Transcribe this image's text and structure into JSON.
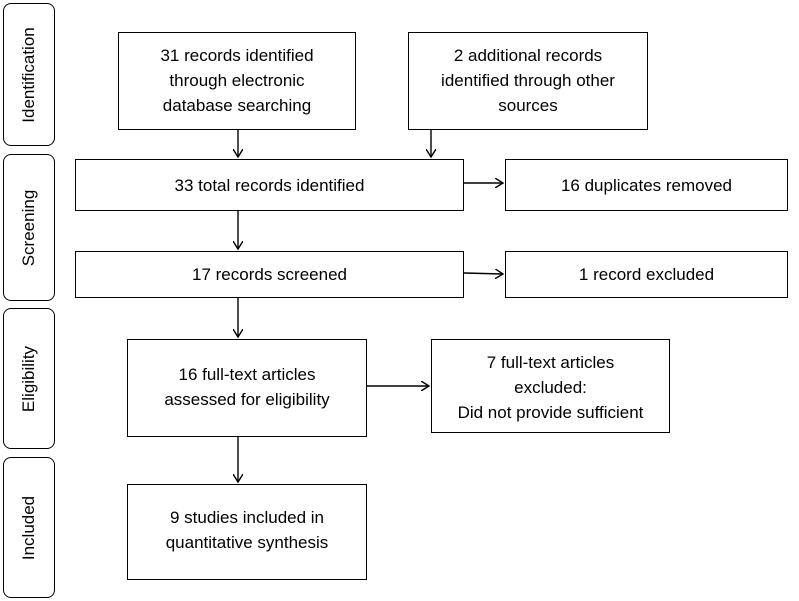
{
  "phases": [
    {
      "id": "identification",
      "label": "Identification"
    },
    {
      "id": "screening",
      "label": "Screening"
    },
    {
      "id": "eligibility",
      "label": "Eligibility"
    },
    {
      "id": "included",
      "label": "Included"
    }
  ],
  "boxes": {
    "database_records": [
      "31 records identified",
      "through electronic",
      "database searching"
    ],
    "other_sources": [
      "2 additional records",
      "identified through other",
      "sources"
    ],
    "total_records": "33 total records identified",
    "duplicates_removed": "16 duplicates removed",
    "records_screened": "17 records screened",
    "record_excluded": "1 record excluded",
    "fulltext_assessed": [
      "16 full-text articles",
      "assessed for eligibility"
    ],
    "fulltext_excluded": [
      "7 full-text articles",
      "excluded:",
      "Did not provide sufficient"
    ],
    "studies_included": [
      "9 studies included in",
      "quantitative synthesis"
    ]
  }
}
